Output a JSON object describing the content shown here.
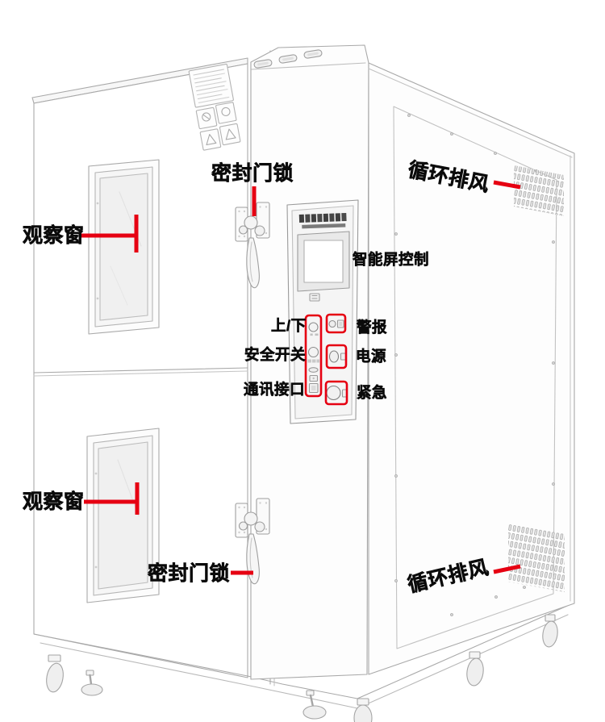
{
  "colors": {
    "accent": "#e60012",
    "label_text": "#0b0b0b",
    "sketch_line": "#a9a9a9"
  },
  "annotations": {
    "observation_window_top": {
      "label": "观察窗"
    },
    "door_seal_lock_top": {
      "label": "密封门锁"
    },
    "circulating_exhaust_top": {
      "label": "循环排风"
    },
    "smart_screen_control": {
      "label": "智能屏控制"
    },
    "up_down": {
      "label": "上/下"
    },
    "alarm": {
      "label": "警报"
    },
    "safety_switch": {
      "label": "安全开关"
    },
    "power": {
      "label": "电源"
    },
    "comm_port": {
      "label": "通讯接口"
    },
    "emergency": {
      "label": "紧急"
    },
    "observation_window_bottom": {
      "label": "观察窗"
    },
    "door_seal_lock_bottom": {
      "label": "密封门锁"
    },
    "circulating_exhaust_bottom": {
      "label": "循环排风"
    }
  }
}
